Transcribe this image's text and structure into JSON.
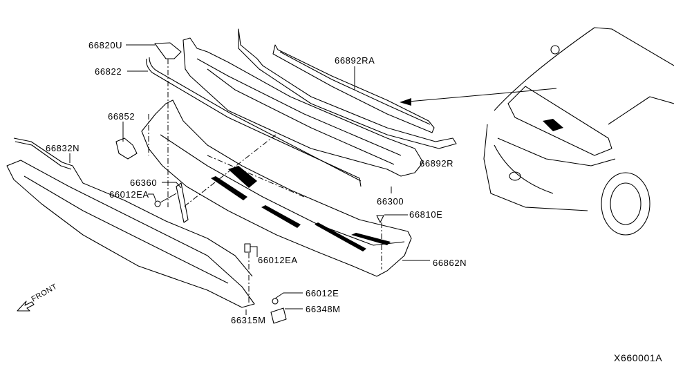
{
  "diagram": {
    "code": "X660001A",
    "direction_label": "FRONT",
    "parts": [
      {
        "id": "p1",
        "number": "66820U"
      },
      {
        "id": "p2",
        "number": "66822"
      },
      {
        "id": "p3",
        "number": "66852"
      },
      {
        "id": "p4",
        "number": "66832N"
      },
      {
        "id": "p5",
        "number": "66360"
      },
      {
        "id": "p6",
        "number": "66012EA"
      },
      {
        "id": "p7",
        "number": "66892RA"
      },
      {
        "id": "p8",
        "number": "66892R"
      },
      {
        "id": "p9",
        "number": "66300"
      },
      {
        "id": "p10",
        "number": "66810E"
      },
      {
        "id": "p11",
        "number": "66012EA"
      },
      {
        "id": "p12",
        "number": "66862N"
      },
      {
        "id": "p13",
        "number": "66012E"
      },
      {
        "id": "p14",
        "number": "66348M"
      },
      {
        "id": "p15",
        "number": "66315M"
      }
    ]
  }
}
